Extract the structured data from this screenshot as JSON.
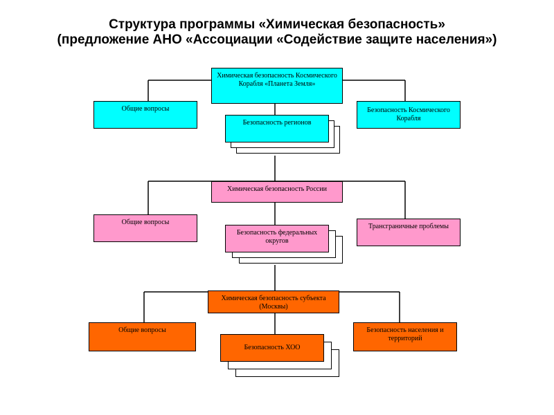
{
  "title": {
    "line1": "Структура программы «Химическая безопасность»",
    "line2": "(предложение  АНО «Ассоциации «Содействие защите населения»)"
  },
  "level1": {
    "main": "Химическая безопасность Космического Корабля «Планета Земля»",
    "left": "Общие вопросы",
    "right": "Безопасность Космического Корабля",
    "sub": "Безопасность регионов",
    "color": "#00ffff"
  },
  "level2": {
    "main": "Химическая безопасность России",
    "left": "Общие вопросы",
    "right": "Трансграничные проблемы",
    "sub": "Безопасность федеральных округов",
    "color": "#ff99cc"
  },
  "level3": {
    "main": "Химическая безопасность субъекта (Москвы)",
    "left": "Общие вопросы",
    "right": "Безопасность населения и территорий",
    "sub": "Безопасность ХОО",
    "color": "#ff6600"
  }
}
